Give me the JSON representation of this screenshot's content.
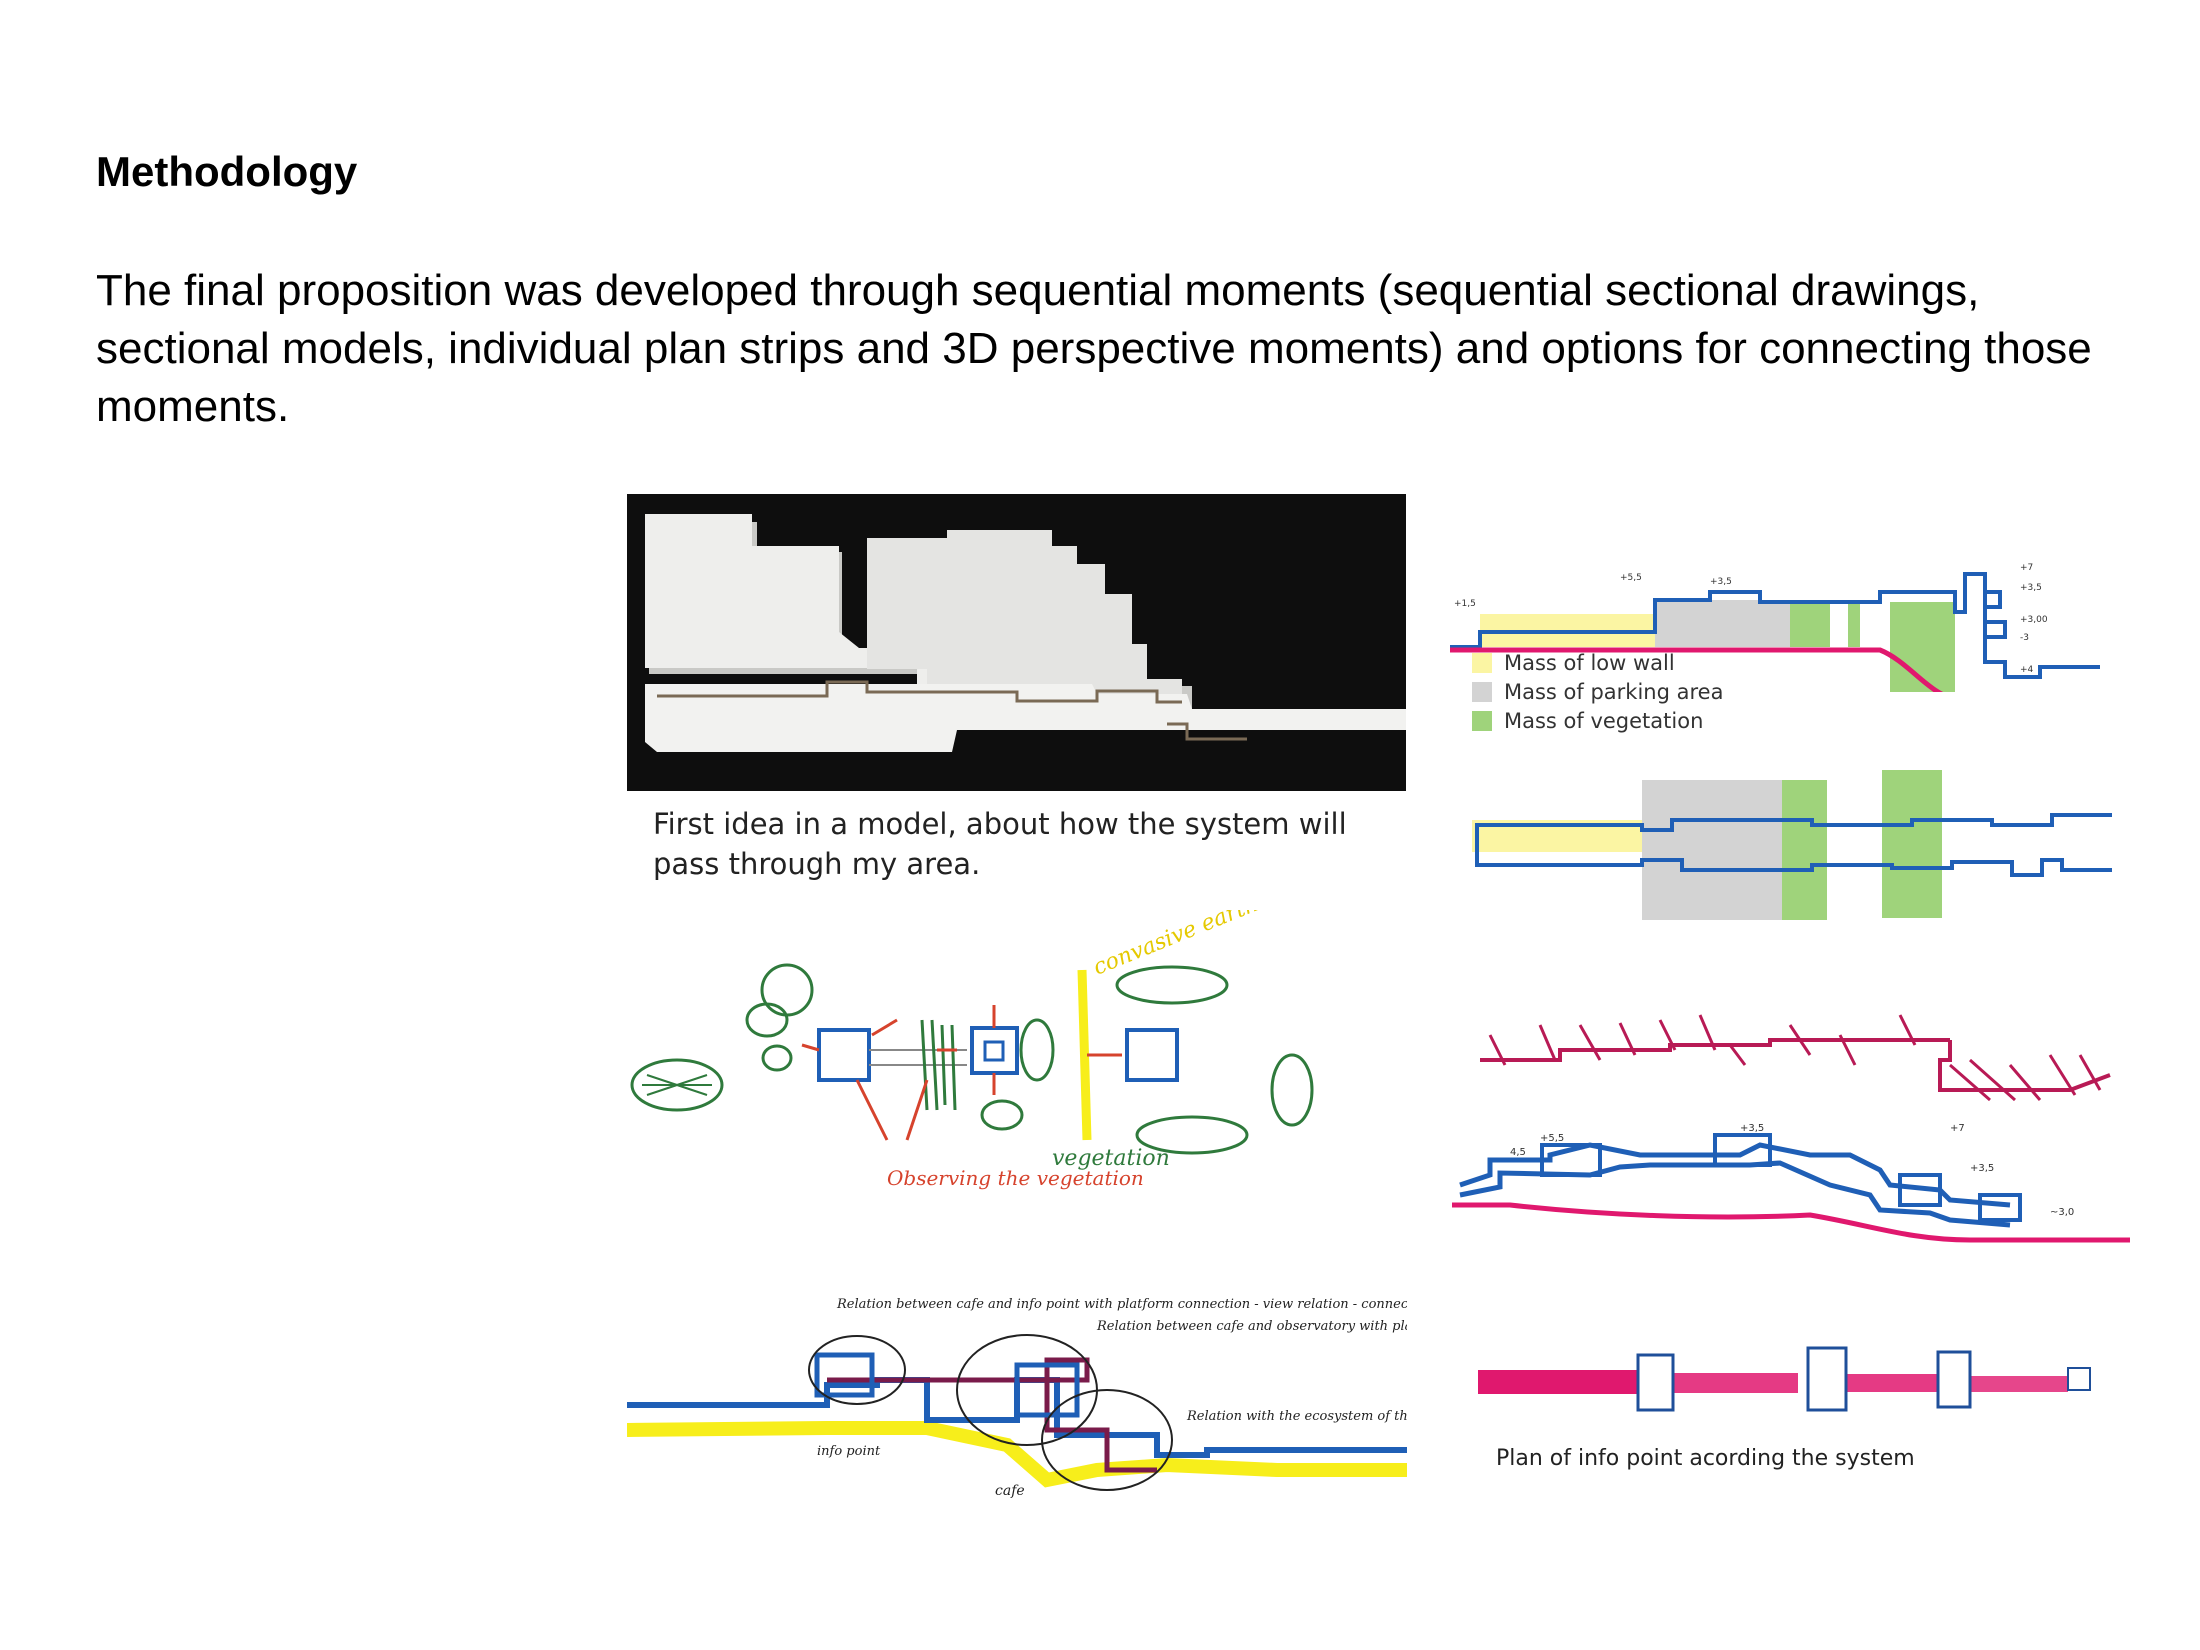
{
  "heading": "Methodology",
  "paragraph": "The final proposition was developed through sequential moments (sequential sectional drawings, sectional models, individual plan strips and 3D perspective moments) and options for connecting those moments.",
  "model_caption": "First idea in a model, about how the system will pass through my area.",
  "legend": [
    {
      "label": "Mass of low wall",
      "color": "#fbf5a3"
    },
    {
      "label": "Mass of parking area",
      "color": "#d3d3d3"
    },
    {
      "label": "Mass of vegetation",
      "color": "#9fd37b"
    }
  ],
  "plan_caption": "Plan of info point acording the system",
  "sketch_vegetation": {
    "note_surface": "convasive earth surface",
    "note_vegetation": "vegetation",
    "note_observing": "Observing the vegetation"
  },
  "sketch_section": {
    "note_cafe_info": "Relation between cafe and info point with platform connection - view relation - connection",
    "note_cafe_obs": "Relation between cafe and observatory with platform connection - view relation - connection",
    "note_eco": "Relation with the ecosystem of the site.",
    "label_info": "info point",
    "label_cafe": "cafe"
  },
  "section_levels": [
    "+1,5",
    "+5,5",
    "+3,5",
    "+7",
    "+3,5",
    "+3,00",
    "-3",
    "+4"
  ],
  "axo_levels": [
    "+5,5",
    "4,5",
    "+3,5",
    "+7",
    "+3,5",
    "~3,0"
  ],
  "colors": {
    "blue": "#1f5fb6",
    "magenta": "#e0186e",
    "yellow": "#f7ee1b",
    "green": "#2f7a3c",
    "red": "#d6432d"
  }
}
